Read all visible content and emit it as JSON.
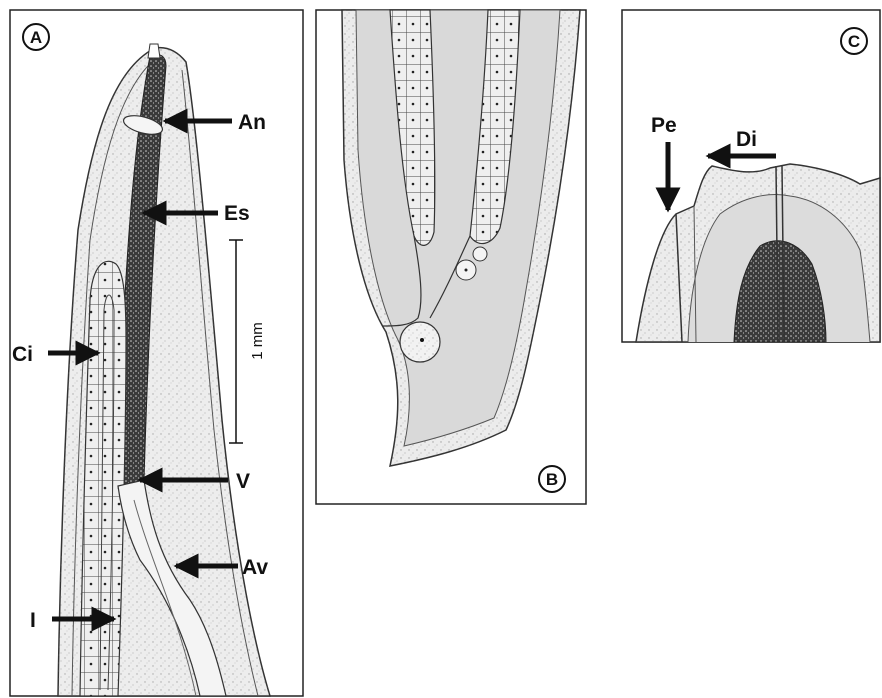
{
  "figure": {
    "panels": [
      {
        "id": "A",
        "letter": "A"
      },
      {
        "id": "B",
        "letter": "B"
      },
      {
        "id": "C",
        "letter": "C"
      }
    ],
    "panel_a_labels": {
      "an": "An",
      "es": "Es",
      "ci": "Ci",
      "v": "V",
      "av": "Av",
      "i": "I"
    },
    "panel_c_labels": {
      "pe": "Pe",
      "di": "Di"
    },
    "scale_bar": {
      "label": "1 mm"
    }
  }
}
